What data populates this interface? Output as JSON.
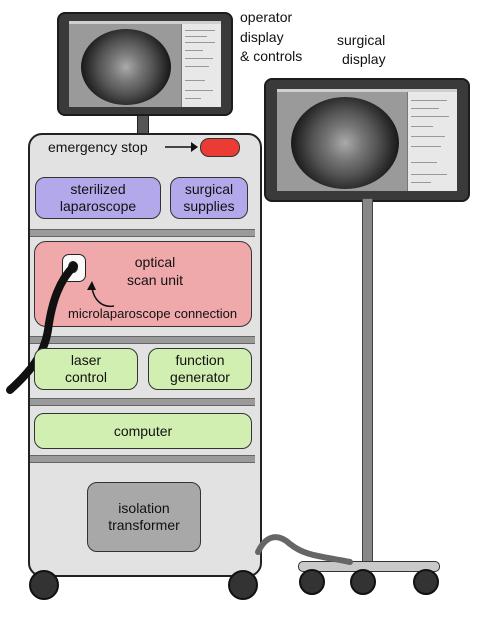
{
  "labels": {
    "operator_display": [
      "operator",
      "display",
      "& controls"
    ],
    "surgical_display": [
      "surgical",
      "display"
    ],
    "emergency_stop": "emergency stop",
    "sterilized_laparoscope": [
      "sterilized",
      "laparoscope"
    ],
    "surgical_supplies": [
      "surgical",
      "supplies"
    ],
    "optical_scan_unit": [
      "optical",
      "scan unit"
    ],
    "microlaparoscope_connection": "microlaparoscope connection",
    "laser_control": [
      "laser",
      "control"
    ],
    "function_generator": [
      "function",
      "generator"
    ],
    "computer": "computer",
    "isolation_transformer": [
      "isolation",
      "transformer"
    ]
  },
  "colors": {
    "purple_box": "#b3a9ea",
    "pink_box": "#f0a9ab",
    "green_box": "#d2efb2",
    "gray_box": "#a8a8a8",
    "cart_body": "#e2e2e2",
    "emergency_button": "#ea3b34"
  },
  "icons": [
    "arrow-right-icon",
    "curved-arrow-icon",
    "connector-port-icon",
    "cable-icon",
    "wheel-icon"
  ]
}
